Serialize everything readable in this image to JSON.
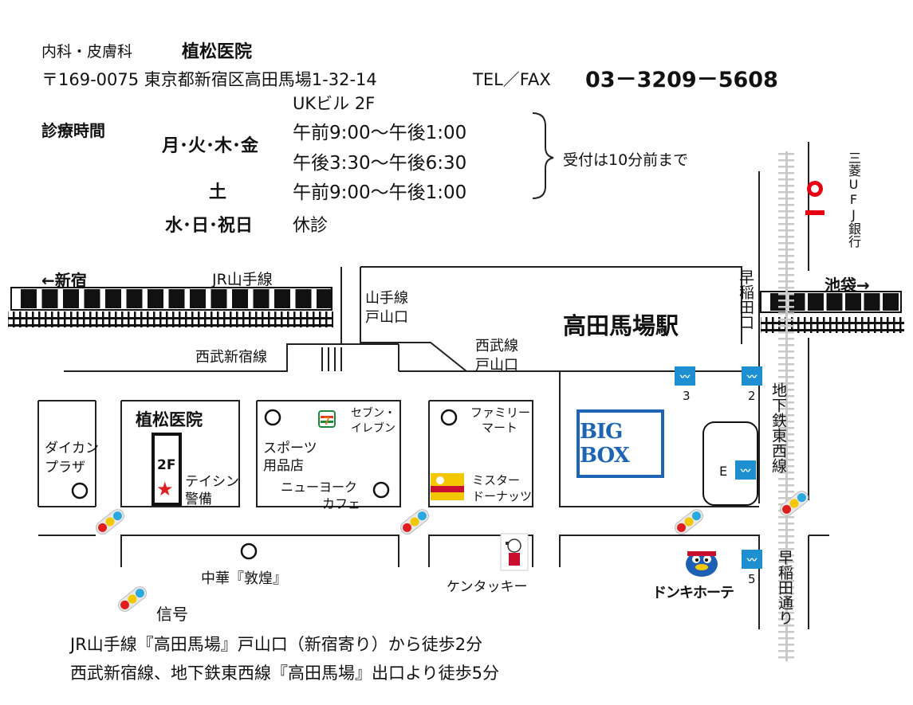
{
  "clinic": {
    "specialty": "内科・皮膚科",
    "name": "植松医院",
    "postal_address": "〒169-0075 東京都新宿区高田馬場1-32-14",
    "building": "UKビル 2F",
    "tel_label": "TEL／FAX",
    "tel": "03－3209－5608"
  },
  "hours": {
    "title": "診療時間",
    "rows": [
      {
        "days": "月･火･木･金",
        "times": [
          "午前9:00～午後1:00",
          "午後3:30～午後6:30"
        ]
      },
      {
        "days": "土",
        "times": [
          "午前9:00～午後1:00"
        ]
      },
      {
        "days": "水･日･祝日",
        "times": [
          "休診"
        ]
      }
    ],
    "reception_note": "受付は10分前まで"
  },
  "map": {
    "to_shinjuku": "←新宿",
    "jr_line": "JR山手線",
    "to_ikebukuro": "池袋→",
    "seibu_line": "西武新宿線",
    "yamanote_exit": [
      "山手線",
      "戸山口"
    ],
    "seibu_exit": [
      "西武線",
      "戸山口"
    ],
    "station": "高田馬場駅",
    "waseda_exit": "早稲田口",
    "mufg": "三菱UFJ銀行",
    "tozai_line": "地下鉄東西線",
    "exit_numbers": {
      "three": "3",
      "two": "2",
      "five": "5",
      "e": "E"
    },
    "daikan": [
      "ダイカン",
      "プラザ"
    ],
    "clinic_label": "植松医院",
    "floor": "2F",
    "teishin": [
      "テイシン",
      "警備"
    ],
    "seven": [
      "セブン・",
      "イレブン"
    ],
    "sports": [
      "スポーツ",
      "用品店"
    ],
    "ny_cafe": [
      "ニューヨーク",
      "カフェ"
    ],
    "familymart": [
      "ファミリー",
      "マート"
    ],
    "misdo": [
      "ミスター",
      "ドーナッツ"
    ],
    "bigbox": "BIG BOX",
    "chuka": "中華『敦煌』",
    "kfc": "ケンタッキー",
    "donki": "ドンキホーテ",
    "waseda_dori": "早稲田通り",
    "signal_legend": "信号"
  },
  "access": {
    "line1": "JR山手線『高田馬場』戸山口（新宿寄り）から徒歩2分",
    "line2": "西武新宿線、地下鉄東西線『高田馬場』出口より徒歩5分"
  },
  "colors": {
    "metro_blue": "#1e8fd0",
    "bigbox_blue": "#1e64b4",
    "star": "#e01e1e"
  }
}
